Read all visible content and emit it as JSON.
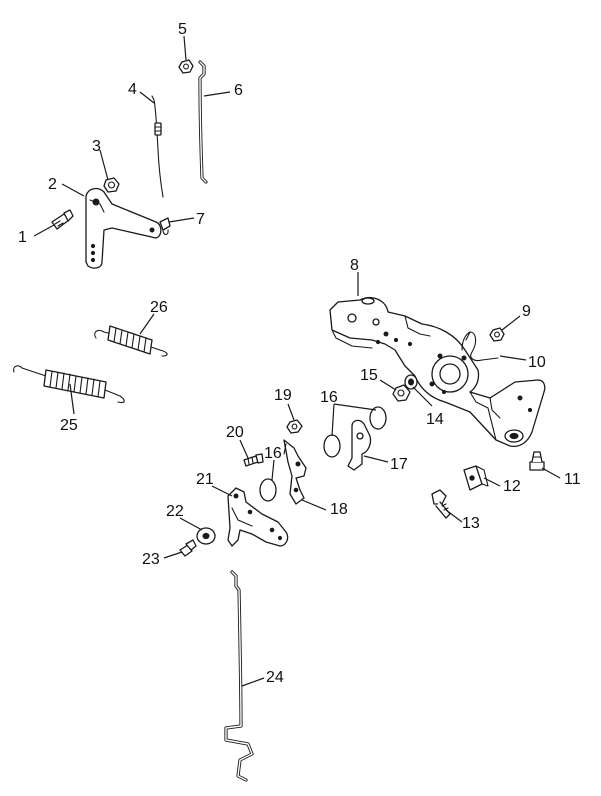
{
  "callouts": {
    "c1": "1",
    "c2": "2",
    "c3": "3",
    "c4": "4",
    "c5": "5",
    "c6": "6",
    "c7": "7",
    "c8": "8",
    "c9": "9",
    "c10": "10",
    "c11": "11",
    "c12": "12",
    "c13": "13",
    "c14": "14",
    "c15": "15",
    "c16a": "16",
    "c16b": "16",
    "c17": "17",
    "c18": "18",
    "c19": "19",
    "c20": "20",
    "c21": "21",
    "c22": "22",
    "c23": "23",
    "c24": "24",
    "c25": "25",
    "c26": "26"
  },
  "colors": {
    "line": "#1a1a1a",
    "background": "#ffffff"
  }
}
